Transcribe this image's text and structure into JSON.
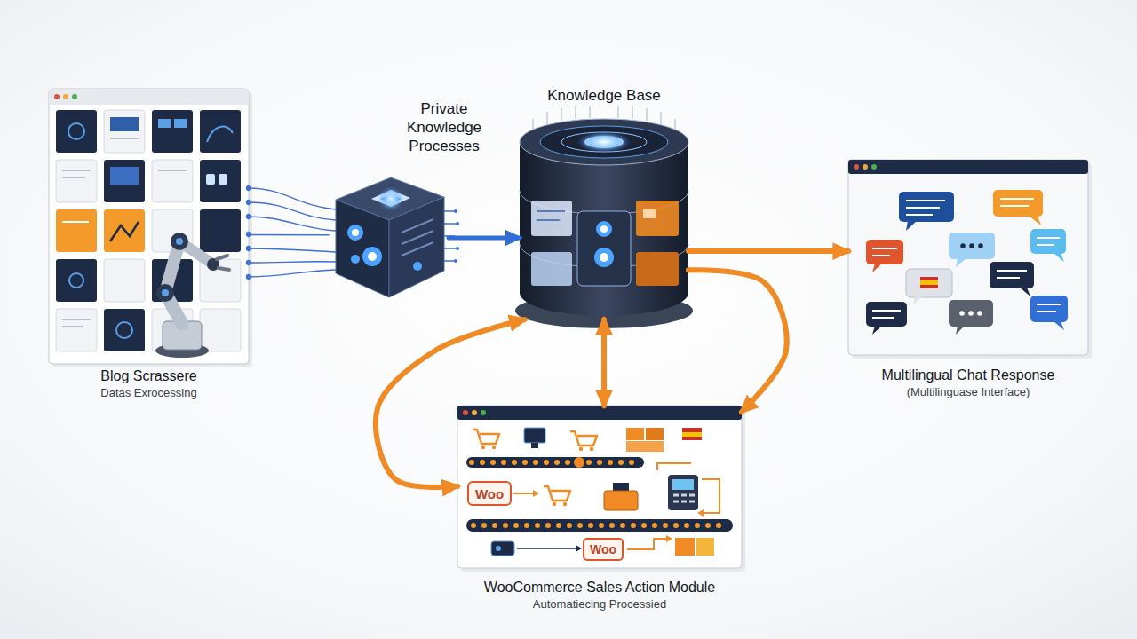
{
  "diagram": {
    "nodes": [
      {
        "text": [
          "Blog Scrassere",
          "Datas Exrocessing"
        ]
      },
      {
        "text": [
          "Private Knowledge Processes"
        ]
      },
      {
        "text": [
          "Knowledge Base"
        ]
      },
      {
        "text": [
          "Multilingual Chat Response",
          "(Multilinguase Interface)"
        ]
      },
      {
        "text": [
          "WooCommerce Sales Action Module",
          "Automatiecing Processied"
        ]
      }
    ],
    "edges": [
      {
        "from": 0,
        "to": 1,
        "arrow": "none"
      },
      {
        "from": 1,
        "to": 2,
        "arrow": "to"
      },
      {
        "from": 2,
        "to": 3,
        "arrow": "to"
      },
      {
        "from": 2,
        "to": 4,
        "arrow": "both"
      },
      {
        "from": 4,
        "to": 2,
        "arrow": "both"
      },
      {
        "from": 2,
        "to": 4,
        "arrow": "to"
      }
    ],
    "labels": [
      "Woo",
      "Woo"
    ]
  }
}
